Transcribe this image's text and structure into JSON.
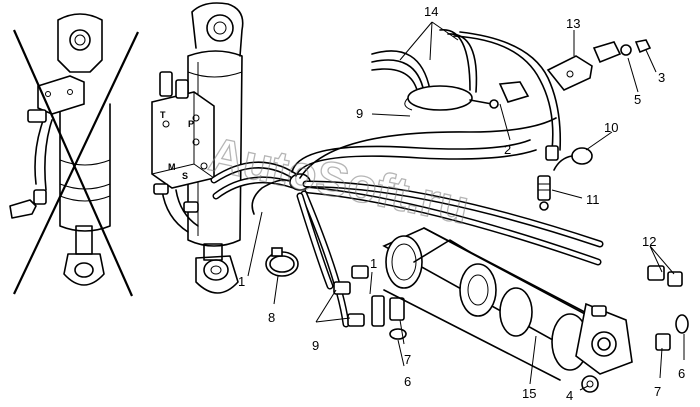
{
  "watermark": "AutoSoft.ru",
  "port_labels": {
    "t": "T",
    "p": "P",
    "m": "M",
    "s": "S"
  },
  "callouts": [
    {
      "id": "c14",
      "text": "14"
    },
    {
      "id": "c13",
      "text": "13"
    },
    {
      "id": "c3",
      "text": "3"
    },
    {
      "id": "c5",
      "text": "5"
    },
    {
      "id": "c9a",
      "text": "9"
    },
    {
      "id": "c2",
      "text": "2"
    },
    {
      "id": "c10",
      "text": "10"
    },
    {
      "id": "c11",
      "text": "11"
    },
    {
      "id": "c12",
      "text": "12"
    },
    {
      "id": "c1a",
      "text": "1"
    },
    {
      "id": "c8",
      "text": "8"
    },
    {
      "id": "c1b",
      "text": "1"
    },
    {
      "id": "c9b",
      "text": "9"
    },
    {
      "id": "c7a",
      "text": "7"
    },
    {
      "id": "c6a",
      "text": "6"
    },
    {
      "id": "c15",
      "text": "15"
    },
    {
      "id": "c4",
      "text": "4"
    },
    {
      "id": "c7b",
      "text": "7"
    },
    {
      "id": "c6b",
      "text": "6"
    }
  ]
}
